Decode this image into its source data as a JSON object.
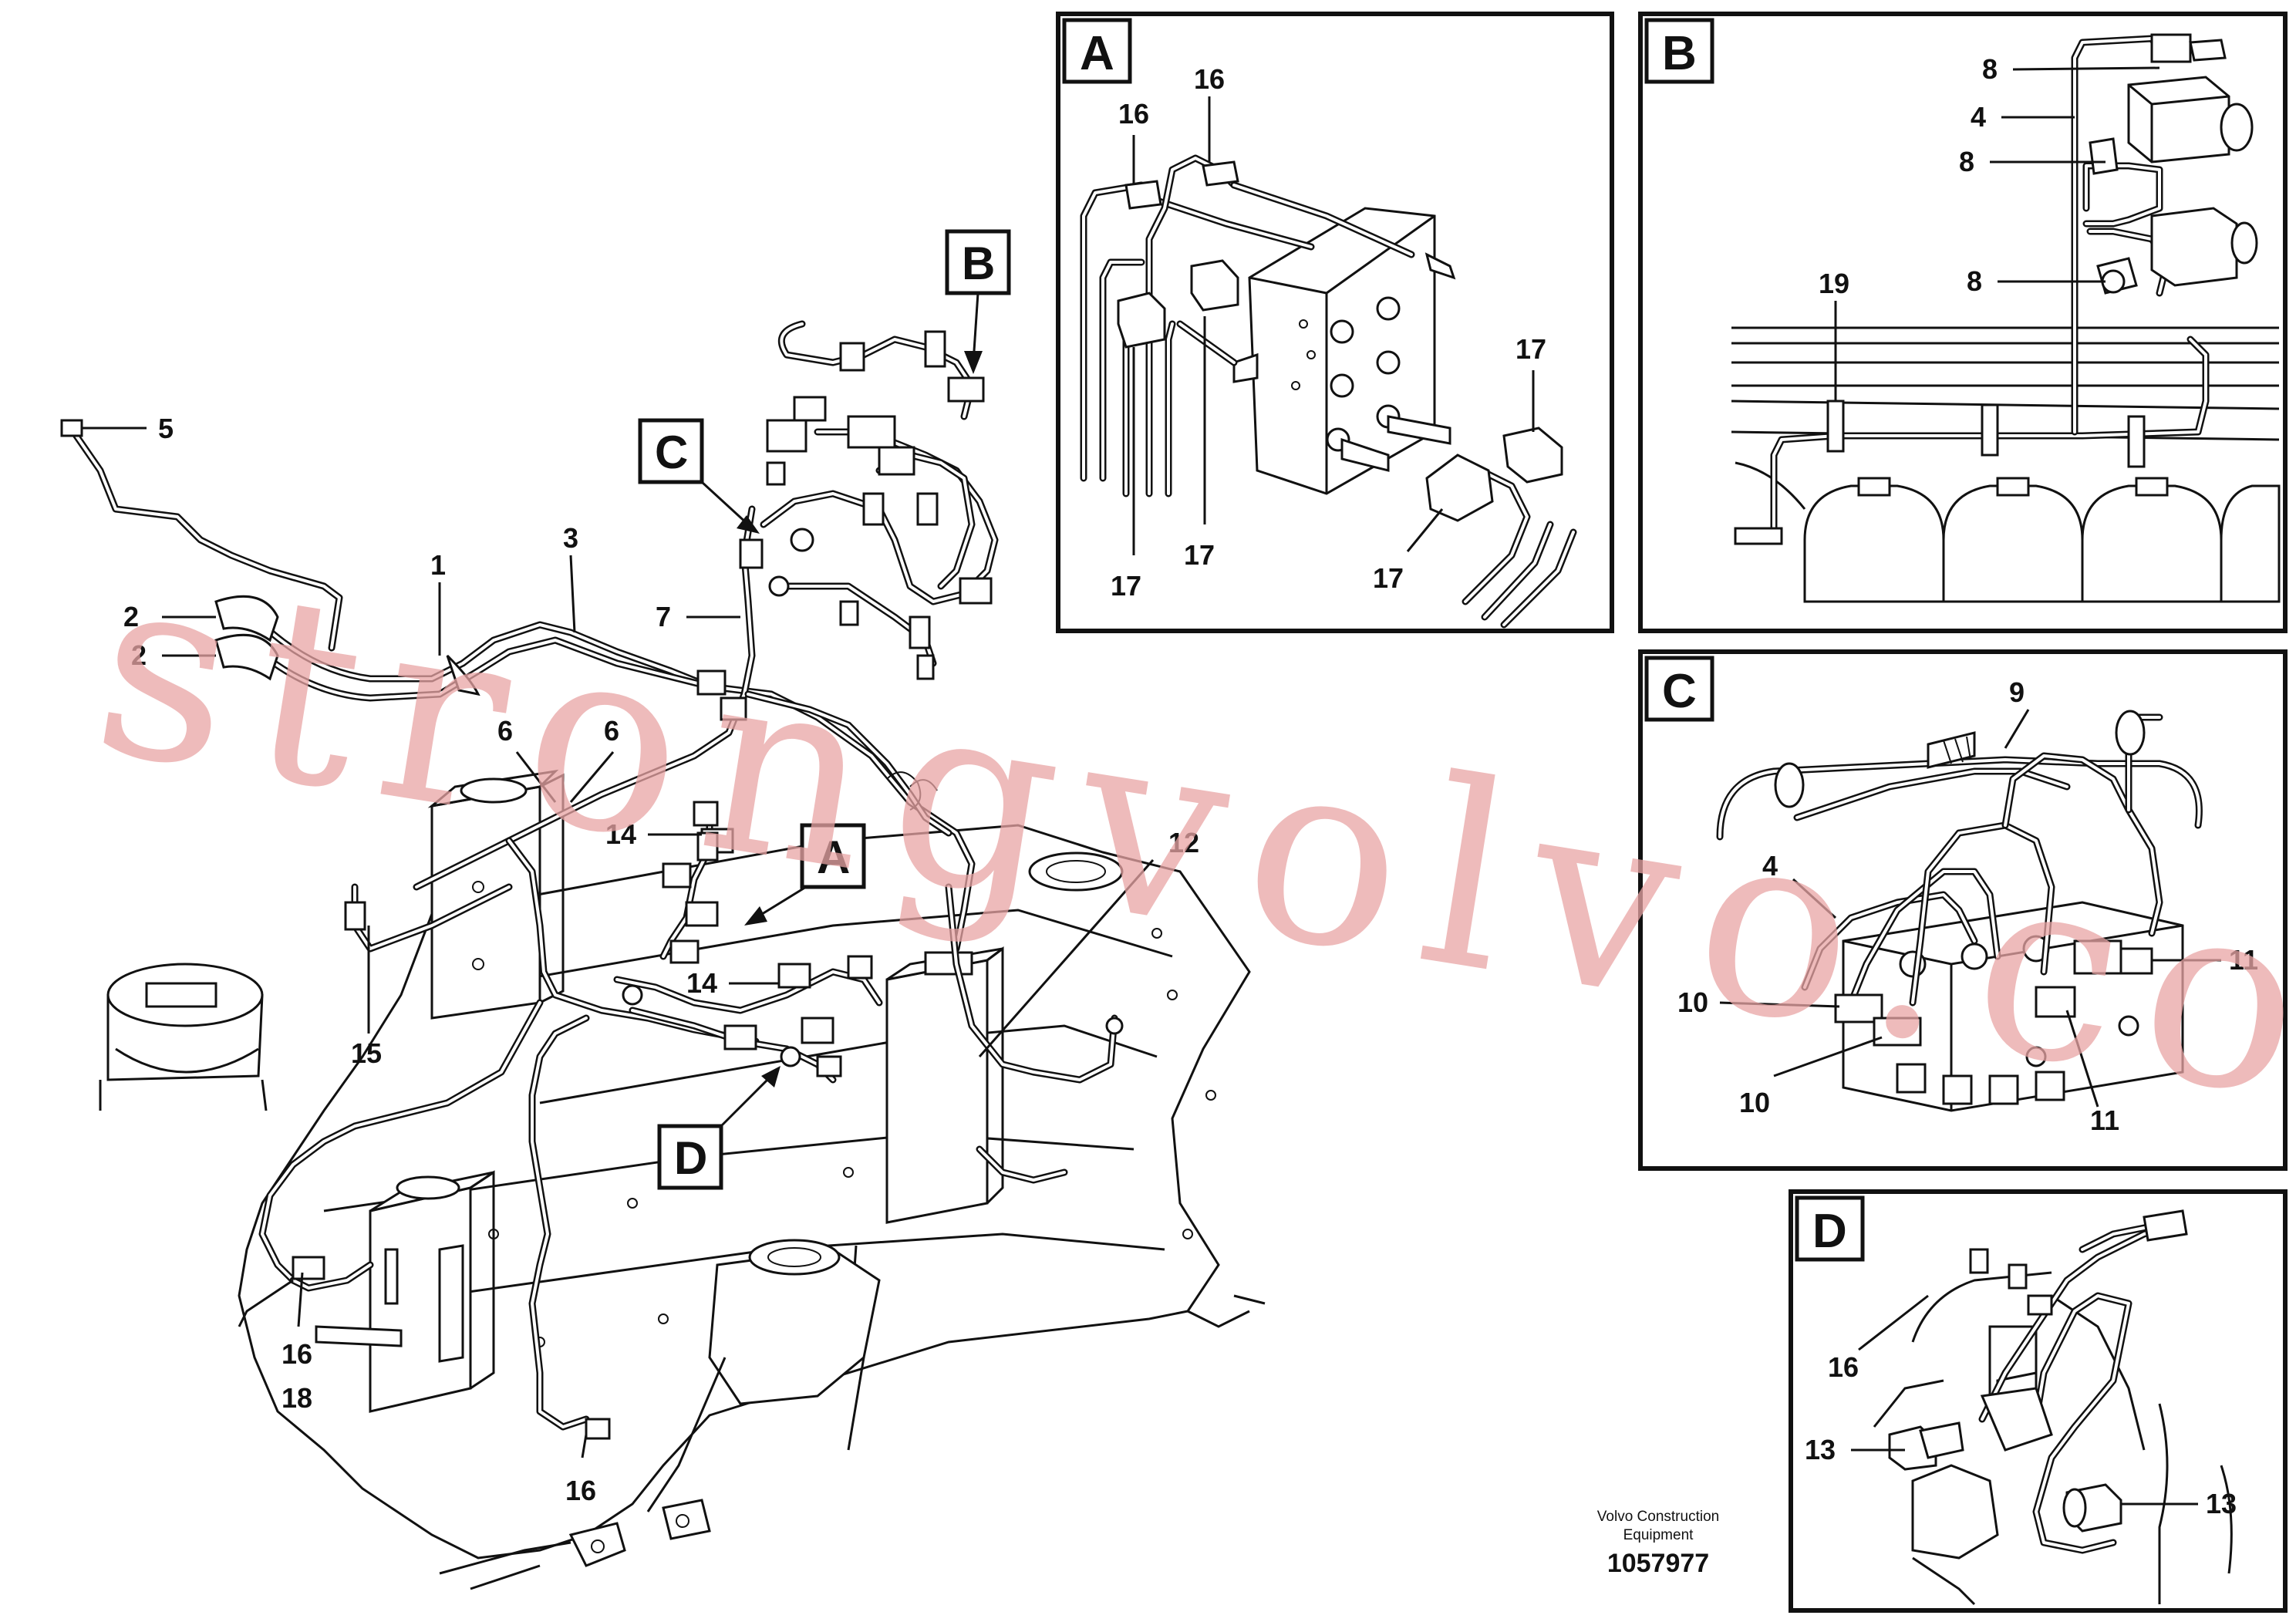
{
  "callouts": {
    "n1": "1",
    "n2a": "2",
    "n2b": "2",
    "n3": "3",
    "n5": "5",
    "n6a": "6",
    "n6b": "6",
    "n7": "7",
    "n12": "12",
    "n14a": "14",
    "n14b": "14",
    "n15": "15",
    "n16a": "16",
    "n16b": "16",
    "n18": "18"
  },
  "views": {
    "a": "A",
    "b": "B",
    "c": "C",
    "d": "D"
  },
  "inset_a": {
    "title": "A",
    "n16a": "16",
    "n16b": "16",
    "n17a": "17",
    "n17b": "17",
    "n17c": "17",
    "n17d": "17"
  },
  "inset_b": {
    "title": "B",
    "n8a": "8",
    "n8b": "8",
    "n8c": "8",
    "n4": "4",
    "n19": "19"
  },
  "inset_c": {
    "title": "C",
    "n9": "9",
    "n4": "4",
    "n10a": "10",
    "n10b": "10",
    "n11a": "11",
    "n11b": "11"
  },
  "inset_d": {
    "title": "D",
    "n16": "16",
    "n13a": "13",
    "n13b": "13"
  },
  "footer": {
    "company_line1": "Volvo Construction",
    "company_line2": "Equipment",
    "drawing_number": "1057977"
  },
  "watermark": "strongvolvo.com"
}
